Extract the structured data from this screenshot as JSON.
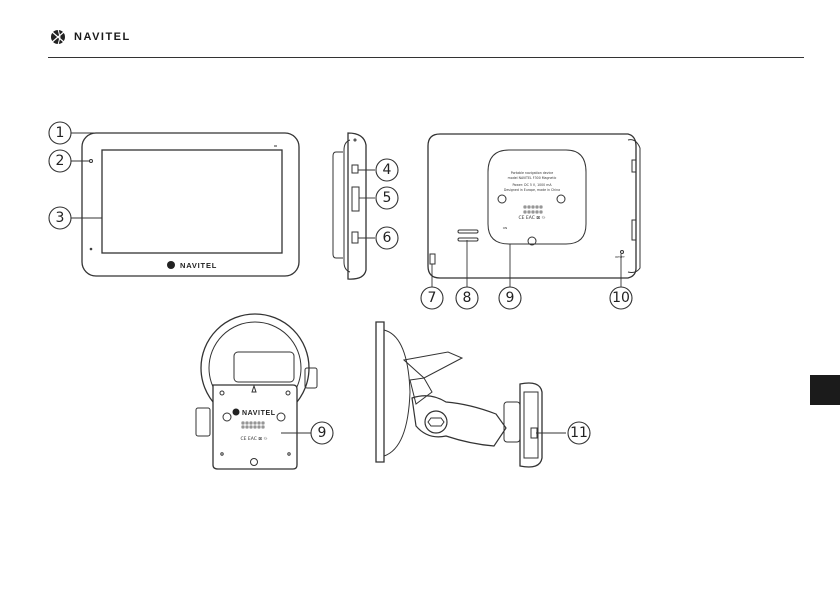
{
  "header": {
    "brand": "NAVITEL",
    "logo_icon": "navitel-globe-icon"
  },
  "device": {
    "screen_brand": "NAVITEL",
    "back_label_line1": "Portable navigation device",
    "back_label_line2": "model NAVITEL F300 Magnetic",
    "back_label_line3": "Power: DC 5 V, 1000 mA",
    "back_label_line4": "Designed in Europe, made in China",
    "back_marks": "CE EAC ⊠ ♲",
    "reset_label": "RESET",
    "on_label": "ON"
  },
  "callouts": {
    "c1": "1",
    "c2": "2",
    "c3": "3",
    "c4": "4",
    "c5": "5",
    "c6": "6",
    "c7": "7",
    "c8": "8",
    "c9": "9",
    "c10": "10",
    "c9b": "9",
    "c11": "11"
  },
  "colors": {
    "line": "#333333",
    "tab": "#1b1b1b"
  }
}
